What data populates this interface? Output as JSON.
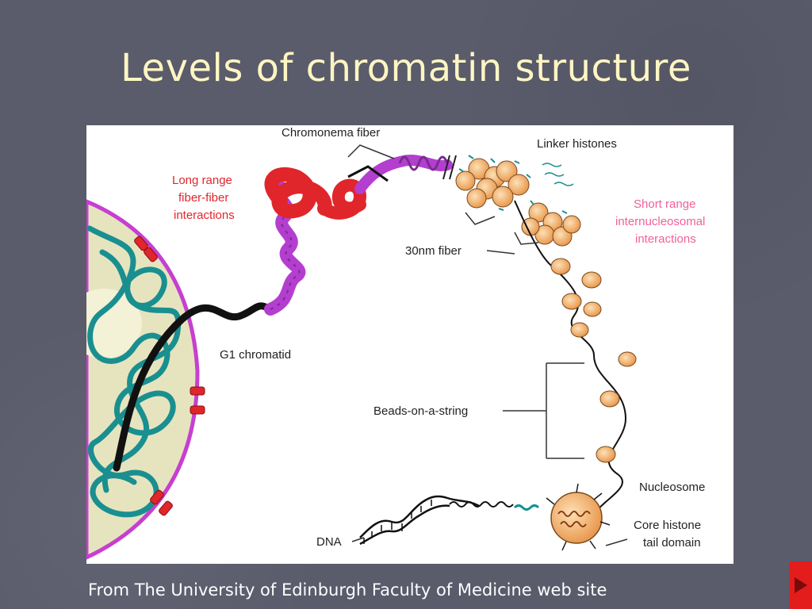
{
  "slide": {
    "title": "Levels of chromatin structure",
    "caption": "From The University of Edinburgh Faculty of Medicine web site"
  },
  "diagram": {
    "labels": {
      "chromonema": "Chromonema fiber",
      "linker": "Linker histones",
      "long_range_1": "Long range",
      "long_range_2": "fiber-fiber",
      "long_range_3": "interactions",
      "short_range_1": "Short range",
      "short_range_2": "internucleosomal",
      "short_range_3": "interactions",
      "fiber30": "30nm fiber",
      "g1": "G1 chromatid",
      "beads": "Beads-on-a-string",
      "nucleosome": "Nucleosome",
      "core_1": "Core histone",
      "core_2": "tail domain",
      "dna": "DNA"
    }
  },
  "colors": {
    "background": "#5a5b6b",
    "title": "#fdf6c3",
    "nucleus_fill": "#e6e4bf",
    "membrane": "#c63fd0",
    "chromatin_teal": "#1a8f90",
    "long_range_red": "#e0262b",
    "chromonema_purple": "#b43ed0",
    "nucleosome_orange": "#f4b06a",
    "short_range_pink": "#f2609a",
    "next_button": "#e31c1c"
  },
  "controls": {
    "next_icon": "play-arrow-icon"
  }
}
